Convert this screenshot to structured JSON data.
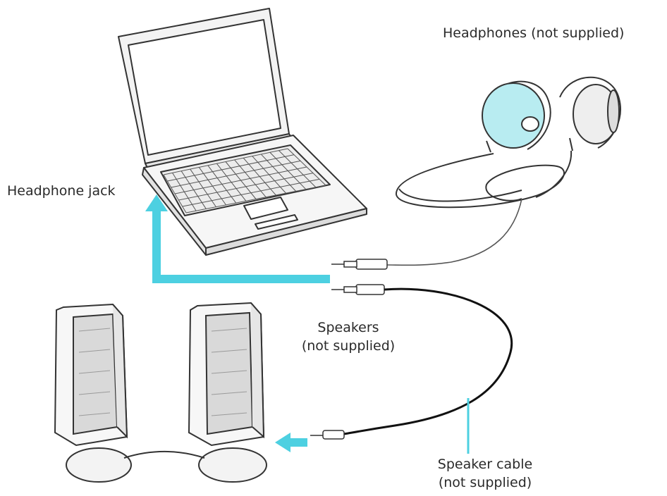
{
  "labels": {
    "headphones": "Headphones (not supplied)",
    "headphone_jack": "Headphone jack",
    "speakers_line1": "Speakers",
    "speakers_line2": "(not supplied)",
    "speaker_cable_line1": "Speaker cable",
    "speaker_cable_line2": "(not supplied)"
  },
  "colors": {
    "accent": "#4dd0e1",
    "headphone_fill": "#b8ecf1",
    "outline": "#333333"
  },
  "icons": {
    "laptop": "laptop-icon",
    "headphones": "headphones-icon",
    "speakers": "speaker-icon",
    "plug": "audio-plug-icon",
    "arrow": "arrow-icon"
  }
}
